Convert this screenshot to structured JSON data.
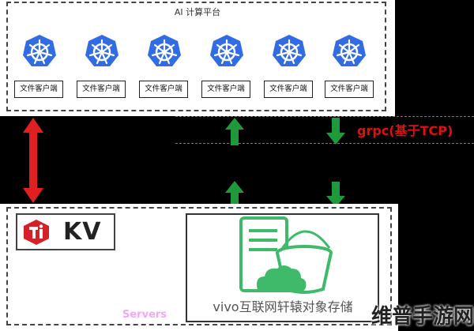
{
  "top": {
    "title": "AI 计算平台",
    "clients": [
      "文件客户端",
      "文件客户端",
      "文件客户端",
      "文件客户端",
      "文件客户端",
      "文件客户端"
    ]
  },
  "bottom": {
    "tikv_text": "KV",
    "storage_label": "vivo互联网轩辕对象存储",
    "servers_label": "Servers"
  },
  "protocol_label": "grpc(基于TCP)",
  "watermark": "维普手游网",
  "icons": {
    "kubernetes": "kubernetes-icon",
    "tikv": "tikv-logo-icon",
    "document": "document-icon",
    "bucket": "bucket-icon",
    "cloud": "cloud-icon"
  },
  "colors": {
    "k8s_blue": "#326ce5",
    "red_arrow": "#e02020",
    "green_arrow": "#1e9a3a",
    "storage_green": "#3fb96a",
    "tikv_red": "#d6202a",
    "grpc_red": "#e01010",
    "servers_pink": "#f6a6f6"
  }
}
